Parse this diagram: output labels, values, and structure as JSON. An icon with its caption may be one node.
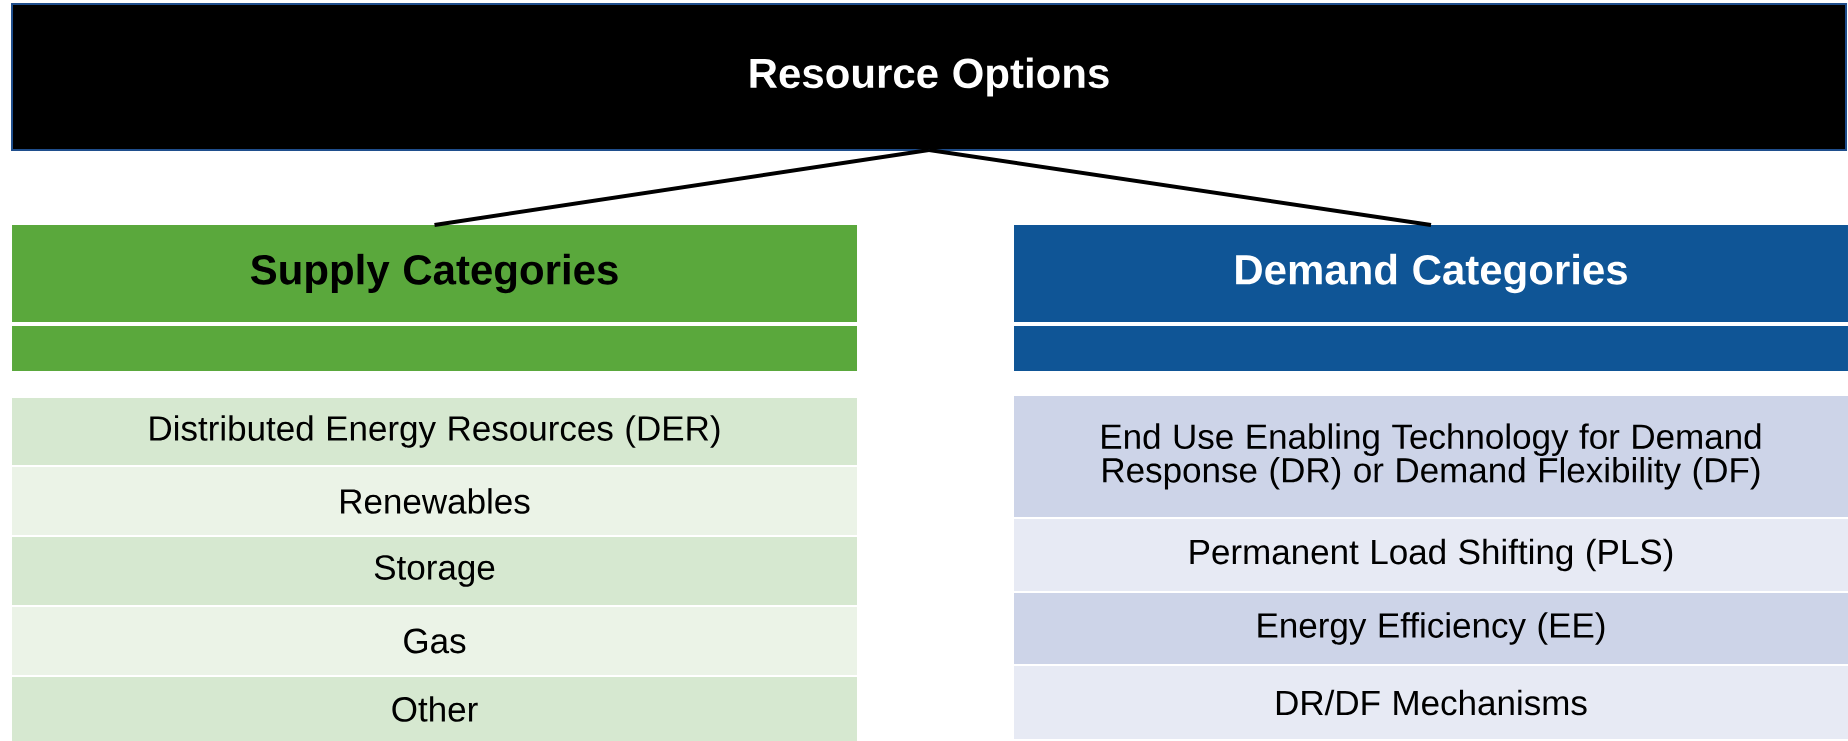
{
  "diagram": {
    "nodes": [
      {
        "text": [
          "Resource Options"
        ]
      },
      {
        "text": [
          "Supply Categories"
        ]
      },
      {
        "text": [
          "Demand Categories"
        ]
      },
      {
        "text": [
          "Distributed Energy Resources (DER)"
        ]
      },
      {
        "text": [
          "Renewables"
        ]
      },
      {
        "text": [
          "Storage"
        ]
      },
      {
        "text": [
          "Gas"
        ]
      },
      {
        "text": [
          "Other"
        ]
      },
      {
        "text": [
          "End Use Enabling Technology for Demand Response (DR) or Demand Flexibility (DF)"
        ]
      },
      {
        "text": [
          "Permanent Load Shifting (PLS)"
        ]
      },
      {
        "text": [
          "Energy Efficiency (EE)"
        ]
      },
      {
        "text": [
          "DR/DF Mechanisms"
        ]
      }
    ],
    "edges": [
      {
        "from": 0,
        "to": 1,
        "arrow": "none"
      },
      {
        "from": 0,
        "to": 2,
        "arrow": "none"
      }
    ]
  }
}
